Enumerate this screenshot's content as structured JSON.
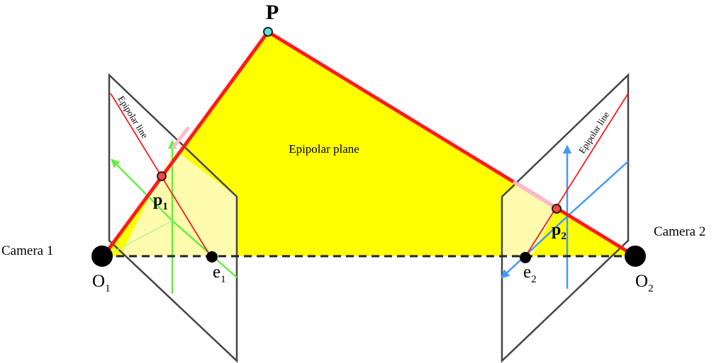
{
  "labels": {
    "point_P": "P",
    "point_p1": "p",
    "point_p1_sub": "1",
    "point_p2": "p",
    "point_p2_sub": "2",
    "camera1": "Camera 1",
    "camera2": "Camera 2",
    "origin1": "O",
    "origin1_sub": "1",
    "origin2": "O",
    "origin2_sub": "2",
    "epipole1": "e",
    "epipole1_sub": "1",
    "epipole2": "e",
    "epipole2_sub": "2",
    "epipolar_plane": "Epipolar plane",
    "epipolar_line_left": "Epipolar line",
    "epipolar_line_right": "Epipolar line"
  },
  "colors": {
    "plane_fill": "#ffff00",
    "plane_overlap_fill": "#fffccc",
    "ray_red": "#ff1a1a",
    "axis_green": "#66ee44",
    "axis_blue": "#4499ff",
    "frame": "#444444",
    "point_fill": "#000000",
    "p_marker_fill": "#ff4444",
    "P_marker_fill": "#66dddd",
    "pink": "#ffbbcc"
  }
}
